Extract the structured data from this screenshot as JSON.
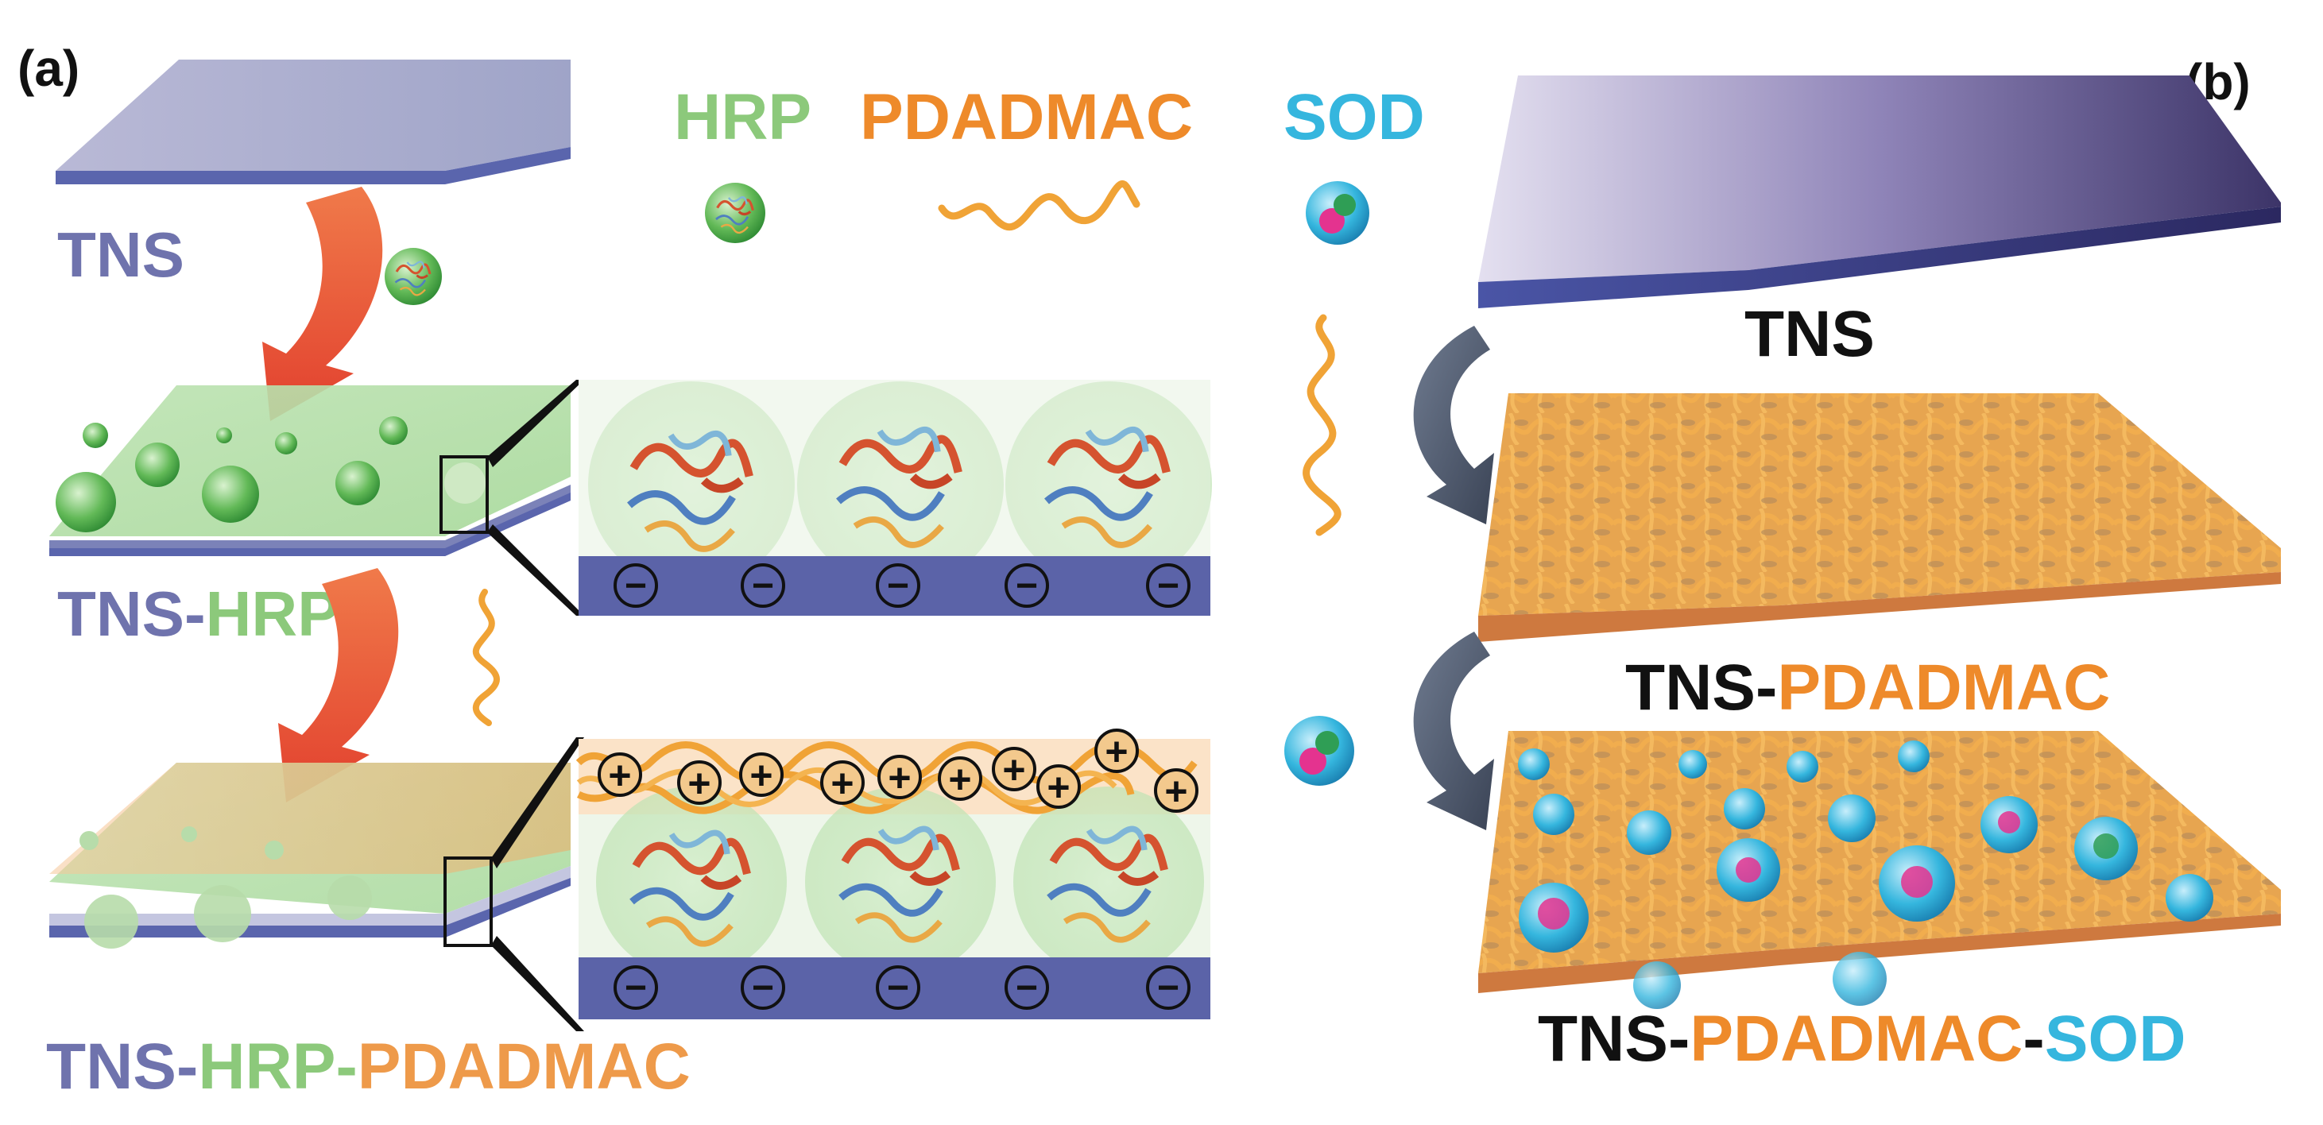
{
  "panels": {
    "a": {
      "letter": "(a)",
      "legend": {
        "hrp": "HRP",
        "pdadmac": "PDADMAC",
        "sod": "SOD"
      },
      "labels": {
        "tns": "TNS",
        "tns_hrp": {
          "tns": "TNS",
          "dash": "-",
          "hrp": "HRP"
        },
        "tns_hrp_pdadmac": {
          "tns": "TNS",
          "dash1": "-",
          "hrp": "HRP",
          "dash2": "-",
          "pdadmac": "PDADMAC"
        }
      },
      "charges": {
        "minus": "−",
        "plus": "+"
      }
    },
    "b": {
      "letter": "(b)",
      "labels": {
        "tns": "TNS",
        "tns_pdadmac": {
          "tns": "TNS",
          "dash": "-",
          "pdadmac": "PDADMAC"
        },
        "tns_pdadmac_sod": {
          "tns": "TNS",
          "dash1": "-",
          "pdadmac": "PDADMAC",
          "dash2": "-",
          "sod": "SOD"
        }
      }
    }
  },
  "colors": {
    "tns": "#6f73ad",
    "hrp": "#8cc97b",
    "pdadmac": "#ee8a2a",
    "sod": "#35b6de",
    "black": "#111111",
    "arrow_red": "#e8553a",
    "arrow_gray": "#4a5568",
    "slab_dark": "#2f2b5e"
  }
}
